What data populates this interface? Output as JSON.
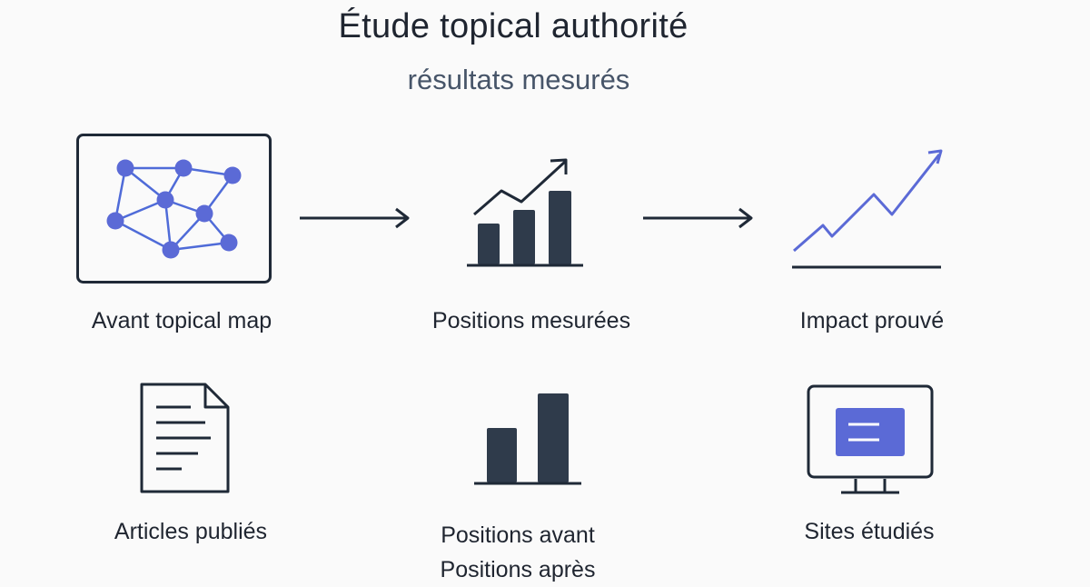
{
  "header": {
    "title": "Étude topical authorité",
    "subtitle": "résultats mesurés"
  },
  "steps": [
    {
      "label": "Avant topical map",
      "icon": "network-map-icon"
    },
    {
      "label": "Positions mesurées",
      "icon": "bar-chart-trend-icon"
    },
    {
      "label": "Impact prouvé",
      "icon": "line-chart-rising-icon"
    }
  ],
  "metrics": [
    {
      "label": "Articles publiés",
      "icon": "document-icon"
    },
    {
      "label_lines": [
        "Positions avant",
        "Positions après"
      ],
      "icon": "two-bar-chart-icon"
    },
    {
      "label": "Sites étudiés",
      "icon": "monitor-icon"
    }
  ],
  "colors": {
    "accent": "#5b6ad6",
    "dark": "#2f3b4b",
    "stroke": "#1f2937"
  }
}
